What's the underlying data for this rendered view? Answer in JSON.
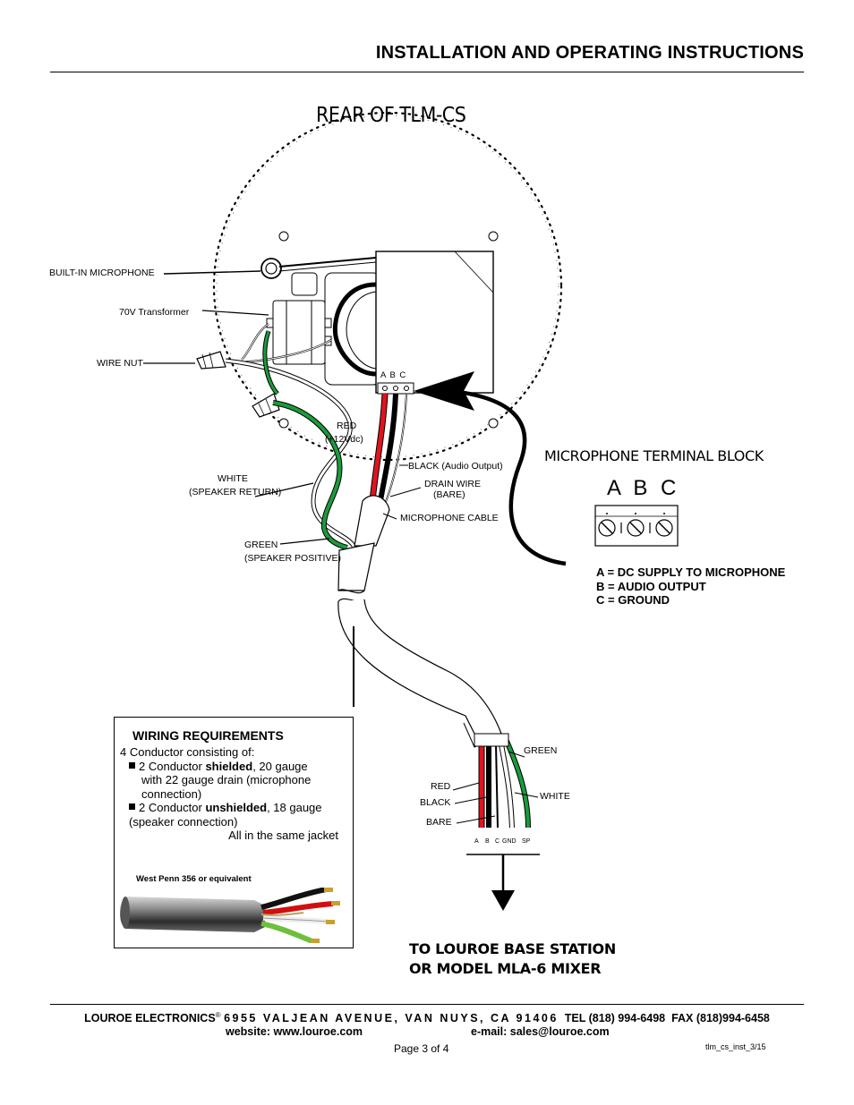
{
  "header": {
    "title": "INSTALLATION AND OPERATING INSTRUCTIONS"
  },
  "diagram": {
    "title": "REAR OF TLM-CS",
    "labels": {
      "builtin_mic": "BUILT-IN MICROPHONE",
      "transformer": "70V Transformer",
      "wire_nut": "WIRE NUT",
      "red": "RED",
      "red_voltage": "(+12Vdc)",
      "black_audio": "BLACK (Audio Output)",
      "drain_wire": "DRAIN WIRE",
      "drain_bare": "(BARE)",
      "mic_cable": "MICROPHONE CABLE",
      "white": "WHITE",
      "white_sub": "(SPEAKER RETURN)",
      "green": "GREEN",
      "green_sub": "(SPEAKER POSITIVE)",
      "abc_small": "A B C"
    },
    "terminal_block": {
      "title": "MICROPHONE TERMINAL BLOCK",
      "letters": "A B C",
      "legend": [
        "A = DC SUPPLY TO MICROPHONE",
        "B = AUDIO OUTPUT",
        "C = GROUND"
      ]
    },
    "cable_end": {
      "green": "GREEN",
      "red": "RED",
      "black": "BLACK",
      "white": "WHITE",
      "bare": "BARE",
      "pins": [
        "A",
        "B",
        "C",
        "GND",
        "SP"
      ]
    },
    "destination": [
      "TO LOUROE BASE STATION",
      "OR MODEL MLA-6 MIXER"
    ]
  },
  "wiring": {
    "title": "WIRING REQUIREMENTS",
    "intro": "4 Conductor consisting of:",
    "item1_pre": "2 Conductor ",
    "item1_bold": "shielded",
    "item1_post": ", 20  gauge",
    "item1_cont1": "with 22 gauge drain (microphone",
    "item1_cont2": "connection)",
    "item2_pre": "2 Conductor ",
    "item2_bold": "unshielded",
    "item2_post": ", 18 gauge",
    "item2_cont": "(speaker connection)",
    "jacket": "All in the same jacket",
    "cable_caption": "West Penn 356 or equivalent"
  },
  "footer": {
    "company": "LOUROE ELECTRONICS",
    "reg": "®",
    "address": "6955 VALJEAN AVENUE, VAN NUYS, CA 91406",
    "tel": "TEL (818) 994-6498",
    "fax": "FAX (818)994-6458",
    "website": "website: www.louroe.com",
    "email": "e-mail: sales@louroe.com",
    "page": "Page 3 of 4",
    "doc_code": "tlm_cs_inst_3/15"
  }
}
